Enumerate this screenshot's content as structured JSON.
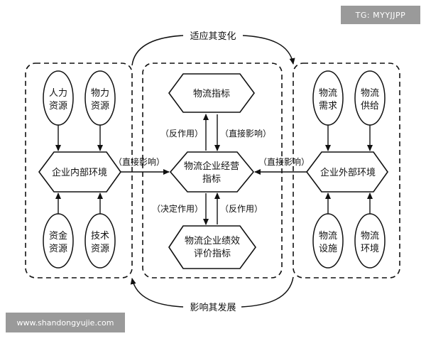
{
  "watermark_top": "TG: MYYJJPP",
  "watermark_bottom": "www.shandongyujie.com",
  "top_arc_label": "适应其变化",
  "bottom_arc_label": "影响其发展",
  "left_panel": {
    "center": "企业内部环境",
    "top_left": [
      "人力",
      "资源"
    ],
    "top_right": [
      "物力",
      "资源"
    ],
    "bottom_left": [
      "资金",
      "资源"
    ],
    "bottom_right": [
      "技术",
      "资源"
    ]
  },
  "middle_panel": {
    "top": "物流指标",
    "center": [
      "物流企业经营",
      "指标"
    ],
    "bottom": [
      "物流企业绩效",
      "评价指标"
    ],
    "upper_left_label": "（反作用）",
    "upper_right_label": "（直接影响）",
    "lower_left_label": "（决定作用）",
    "lower_right_label": "（反作用）"
  },
  "right_panel": {
    "center": "企业外部环境",
    "top_left": [
      "物流",
      "需求"
    ],
    "top_right": [
      "物流",
      "供给"
    ],
    "bottom_left": [
      "物流",
      "设施"
    ],
    "bottom_right": [
      "物流",
      "环境"
    ]
  },
  "left_arrow_label": "（直接影响）",
  "right_arrow_label": "（直接影响）"
}
